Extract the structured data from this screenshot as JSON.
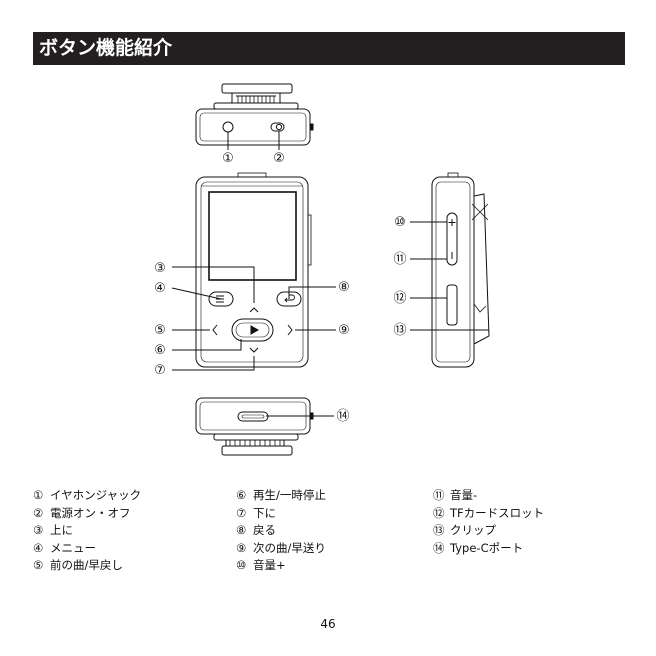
{
  "title": "ボタン機能紹介",
  "page_number": "46",
  "labels": {
    "c1": "①",
    "c2": "②",
    "c3": "③",
    "c4": "④",
    "c5": "⑤",
    "c6": "⑥",
    "c7": "⑦",
    "c8": "⑧",
    "c9": "⑨",
    "c10": "⑩",
    "c11": "⑪",
    "c12": "⑫",
    "c13": "⑬",
    "c14": "⑭"
  },
  "legend": {
    "col1": [
      {
        "num": "①",
        "text": "イヤホンジャック"
      },
      {
        "num": "②",
        "text": "電源オン・オフ"
      },
      {
        "num": "③",
        "text": "上に"
      },
      {
        "num": "④",
        "text": "メニュー"
      },
      {
        "num": "⑤",
        "text": "前の曲/早戻し"
      }
    ],
    "col2": [
      {
        "num": "⑥",
        "text": "再生/一時停止"
      },
      {
        "num": "⑦",
        "text": "下に"
      },
      {
        "num": "⑧",
        "text": "戻る"
      },
      {
        "num": "⑨",
        "text": "次の曲/早送り"
      },
      {
        "num": "⑩",
        "text": "音量+"
      }
    ],
    "col3": [
      {
        "num": "⑪",
        "text": "音量-"
      },
      {
        "num": "⑫",
        "text": "TFカードスロット"
      },
      {
        "num": "⑬",
        "text": "クリップ"
      },
      {
        "num": "⑭",
        "text": "Type-Cポート"
      }
    ]
  }
}
